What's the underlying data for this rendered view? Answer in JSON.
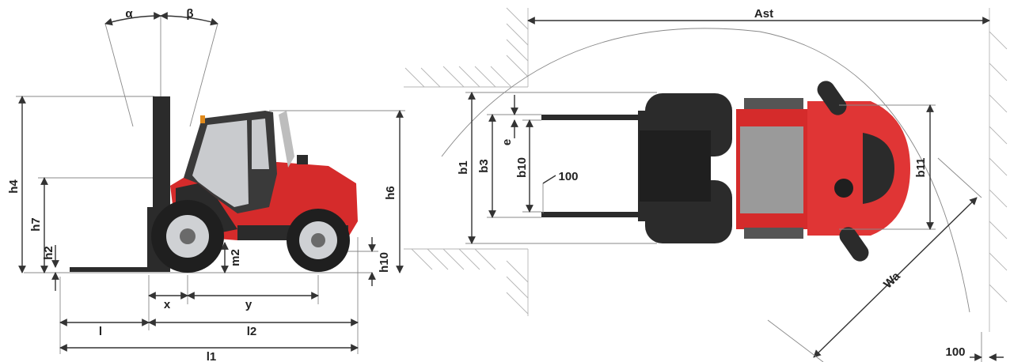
{
  "side_view": {
    "angle_labels": [
      "α",
      "β"
    ],
    "height_labels": [
      "h4",
      "h7",
      "h2",
      "m2",
      "h6",
      "h10"
    ],
    "length_labels": [
      "x",
      "y",
      "l",
      "l2",
      "l1"
    ]
  },
  "top_view": {
    "width_labels": [
      "b1",
      "b3",
      "b10",
      "b11",
      "e"
    ],
    "clearance_label": "100",
    "aisle_label": "Ast",
    "working_radius_label": "Wa",
    "wall_gap_label": "100"
  },
  "colors": {
    "body_red": "#d52b2b",
    "dark": "#2b2b2b",
    "tyre": "#1f1f1f",
    "glass": "#c9cbce"
  }
}
